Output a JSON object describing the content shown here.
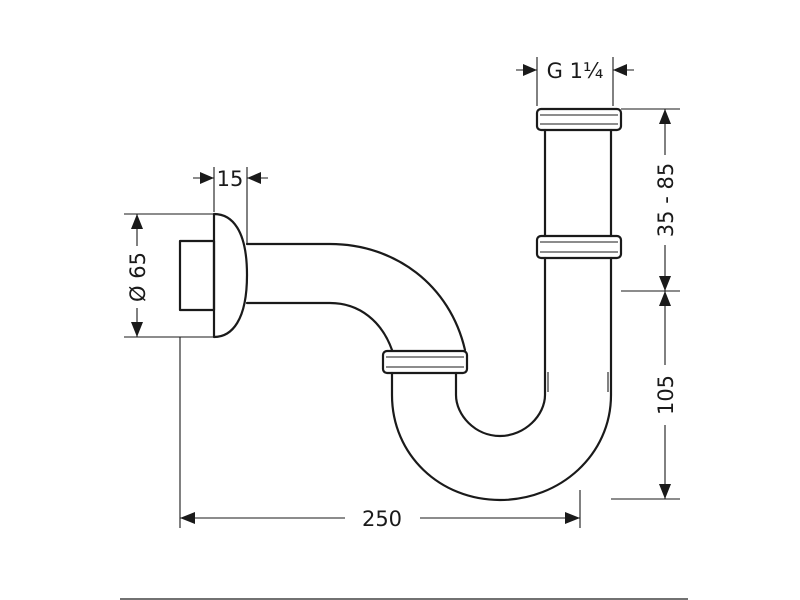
{
  "dimensions": {
    "thread": "G 1¼",
    "flange_depth": "15",
    "flange_diameter": "Ø 65",
    "overall_length": "250",
    "height_adjust": "35 - 85",
    "height": "105"
  }
}
